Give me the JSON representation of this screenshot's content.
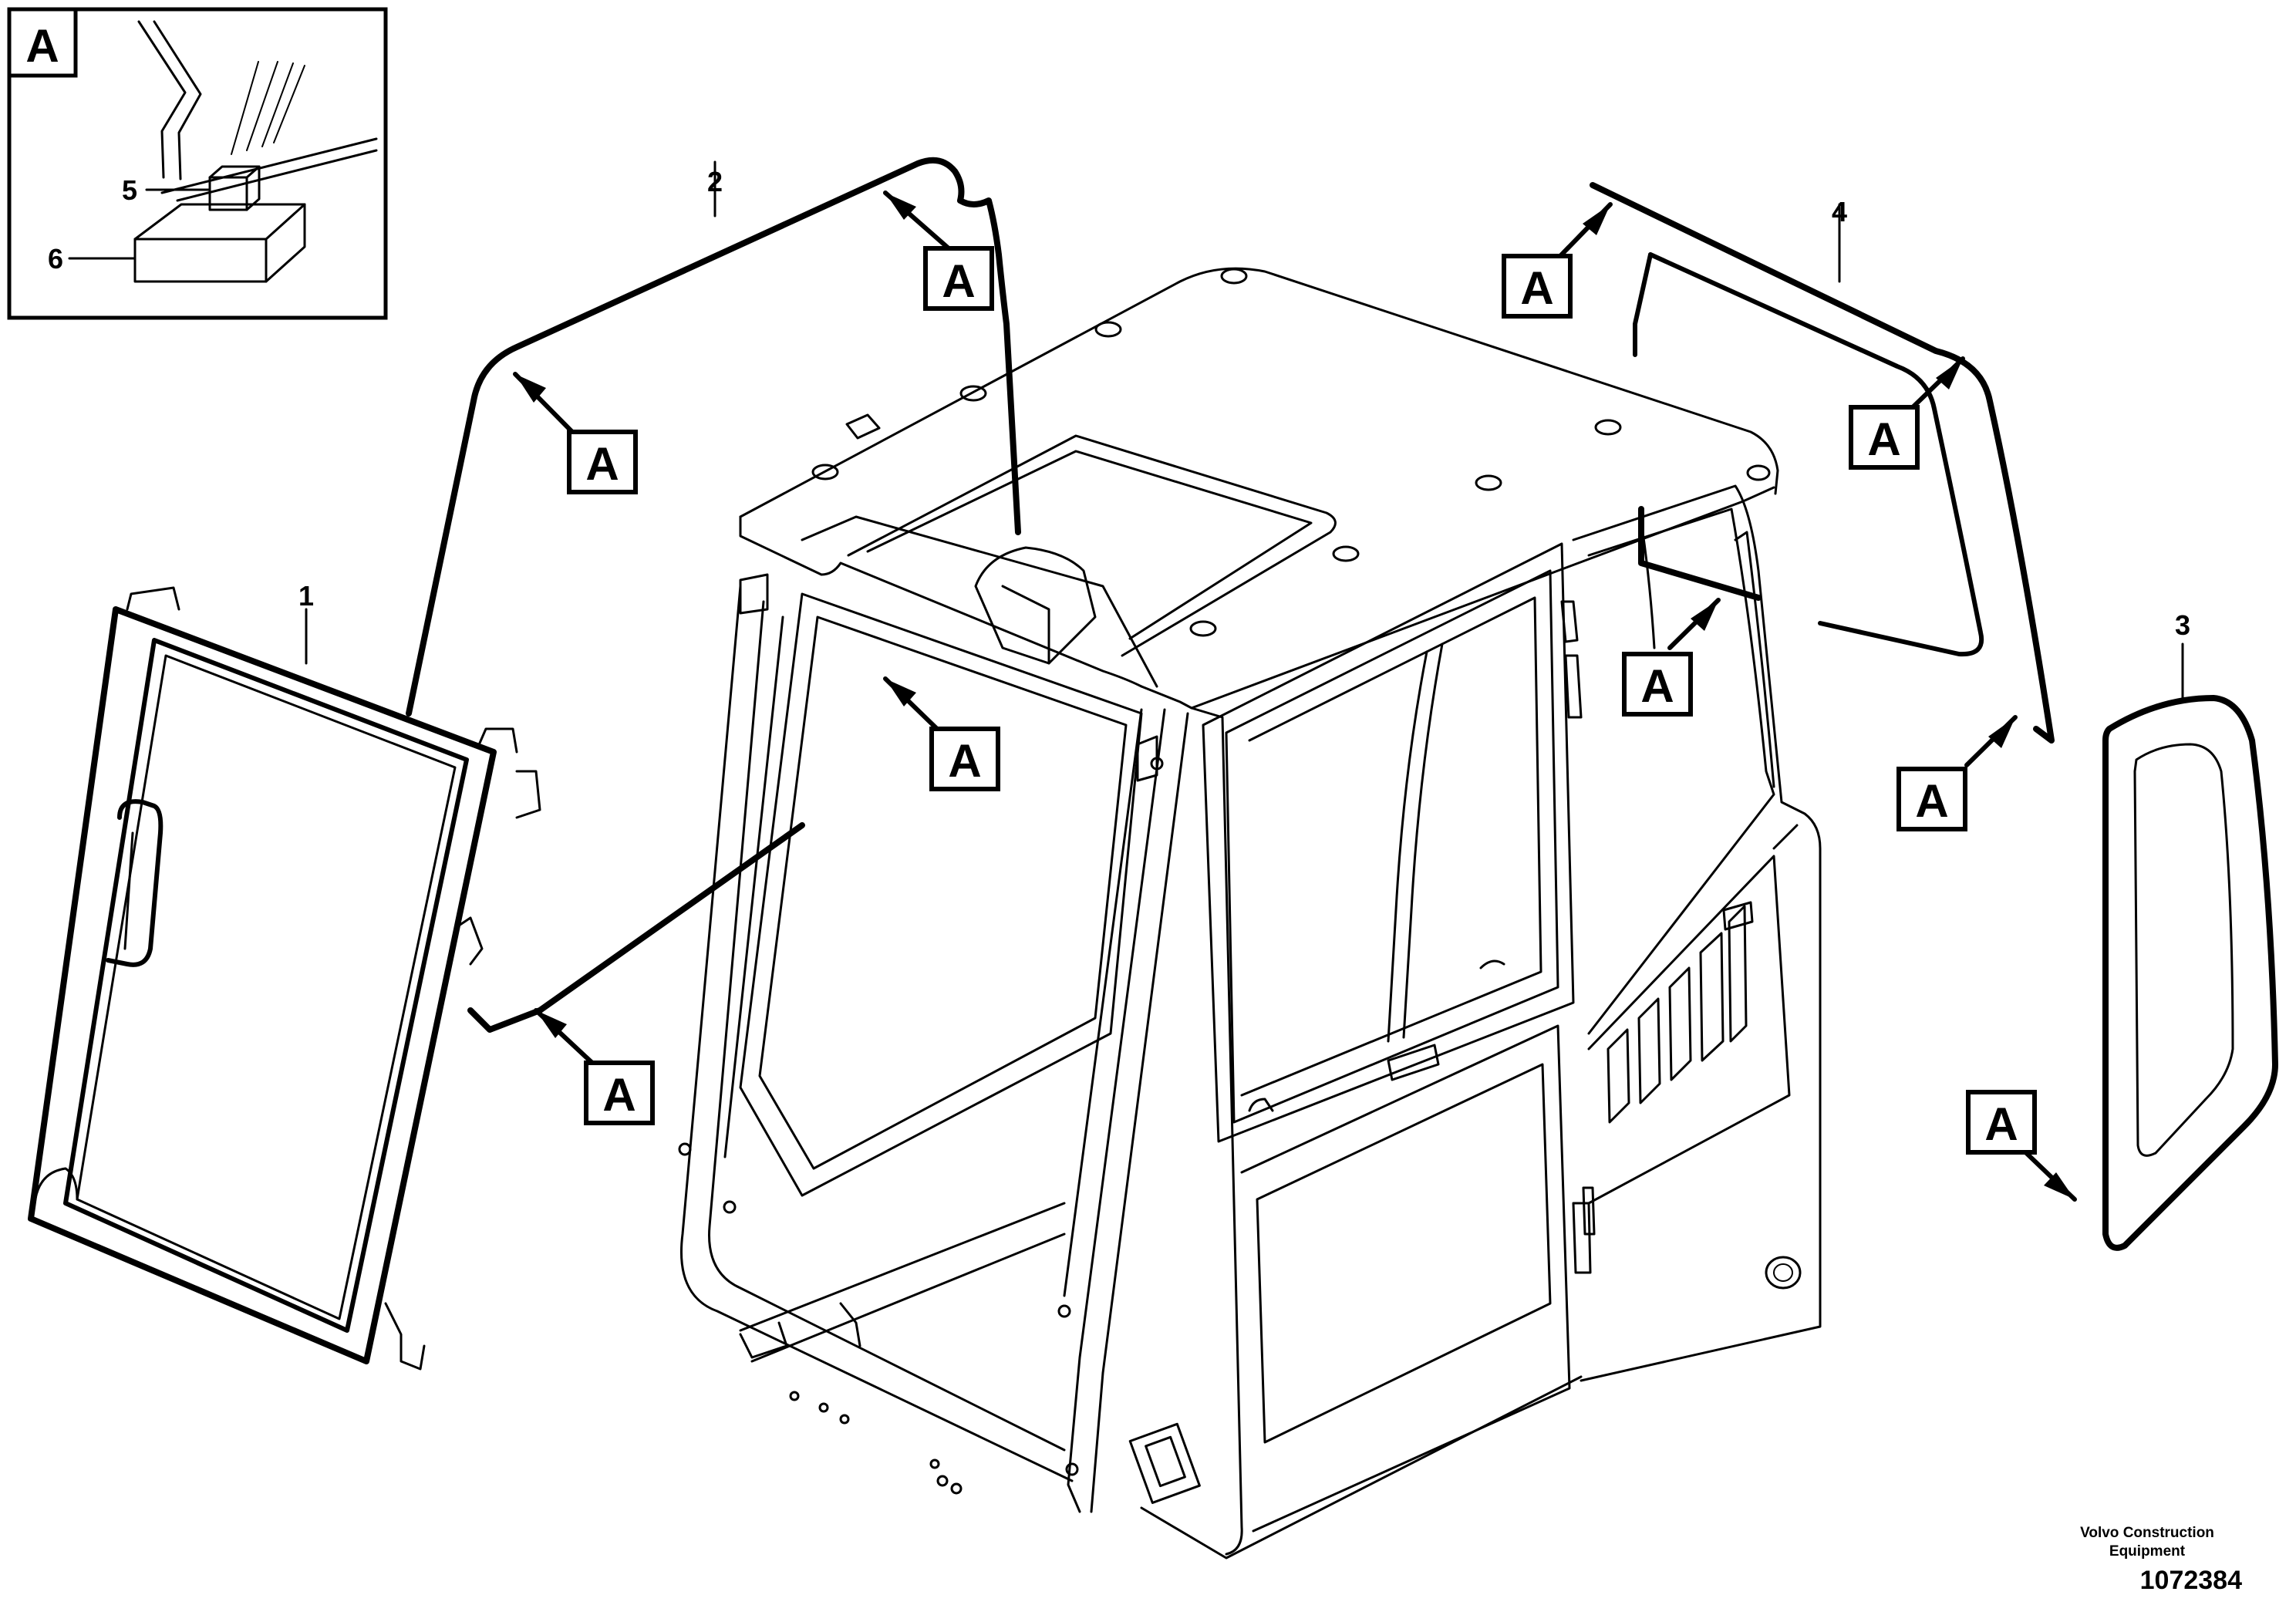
{
  "reference_letter": "A",
  "callouts": {
    "part1": "1",
    "part2": "2",
    "part3": "3",
    "part4": "4",
    "part5": "5",
    "part6": "6"
  },
  "footer": {
    "company": "Volvo Construction Equipment",
    "document_number": "1072384"
  }
}
